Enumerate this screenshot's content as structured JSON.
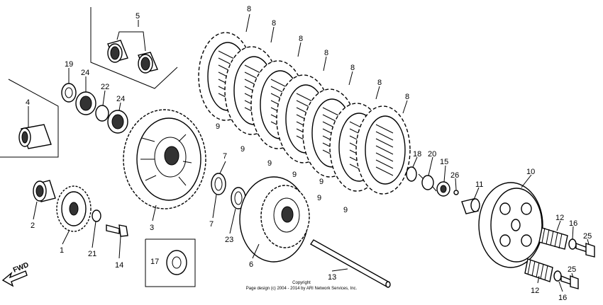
{
  "callouts": {
    "c1": "1",
    "c2": "2",
    "c3": "3",
    "c4": "4",
    "c5": "5",
    "c6": "6",
    "c7a": "7",
    "c7b": "7",
    "c8a": "8",
    "c8b": "8",
    "c8c": "8",
    "c8d": "8",
    "c8e": "8",
    "c8f": "8",
    "c8g": "8",
    "c9a": "9",
    "c9b": "9",
    "c9c": "9",
    "c9d": "9",
    "c9e": "9",
    "c9f": "9",
    "c9g": "9",
    "c10": "10",
    "c11": "11",
    "c12a": "12",
    "c12b": "12",
    "c13": "13",
    "c14": "14",
    "c15": "15",
    "c16a": "16",
    "c16b": "16",
    "c17": "17",
    "c18": "18",
    "c19": "19",
    "c20": "20",
    "c21": "21",
    "c22": "22",
    "c23": "23",
    "c24a": "24",
    "c24b": "24",
    "c25a": "25",
    "c25b": "25",
    "c26": "26"
  },
  "direction_label": "FWD",
  "copyright": {
    "line1": "Copyright",
    "line2": "Page design (c) 2004 - 2014 by ARI Network Services, Inc."
  }
}
